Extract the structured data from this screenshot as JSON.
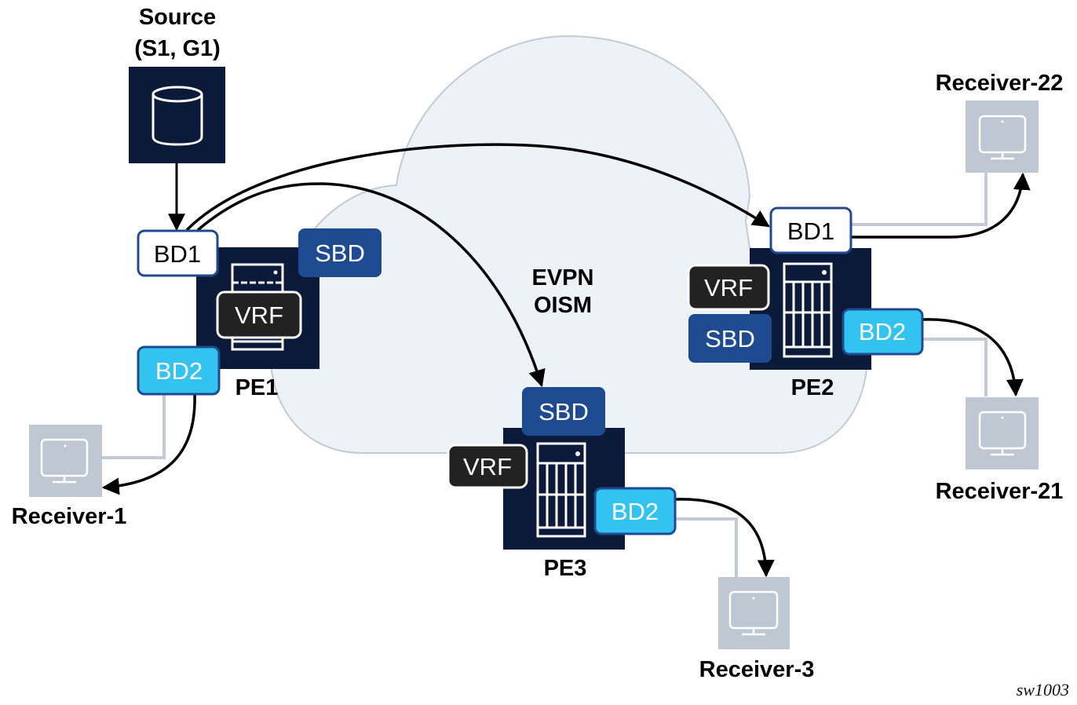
{
  "diagram": {
    "cloud_label": [
      "EVPN",
      "OISM"
    ],
    "figure_id": "sw1003",
    "colors": {
      "node_dark": "#0b1a38",
      "cloud_fill": "#edf2f7",
      "cloud_stroke": "#c2cad6",
      "bd1_fill": "#ffffff",
      "bd_border": "#1f4a91",
      "bd2_fill": "#33c3f0",
      "sbd_fill": "#1e4a92",
      "vrf_fill": "#222222",
      "receiver_fill": "#bfc7d2",
      "link_gray": "#c2cad6",
      "arrow": "#000000"
    },
    "source": {
      "label_line1": "Source",
      "label_line2": "(S1, G1)",
      "icon": "database-icon"
    },
    "pe1": {
      "label": "PE1",
      "bd1": "BD1",
      "bd2": "BD2",
      "sbd": "SBD",
      "vrf": "VRF"
    },
    "pe2": {
      "label": "PE2",
      "bd1": "BD1",
      "bd2": "BD2",
      "sbd": "SBD",
      "vrf": "VRF"
    },
    "pe3": {
      "label": "PE3",
      "bd2": "BD2",
      "sbd": "SBD",
      "vrf": "VRF"
    },
    "receivers": {
      "r1": {
        "label": "Receiver-1",
        "icon": "monitor-icon"
      },
      "r21": {
        "label": "Receiver-21",
        "icon": "monitor-icon"
      },
      "r22": {
        "label": "Receiver-22",
        "icon": "monitor-icon"
      },
      "r3": {
        "label": "Receiver-3",
        "icon": "monitor-icon"
      }
    },
    "flows": [
      {
        "from": "Source",
        "to": "PE1 BD1"
      },
      {
        "from": "PE1 BD1",
        "to": "PE2 BD1"
      },
      {
        "from": "PE1 BD1",
        "to": "PE3 SBD"
      },
      {
        "from": "PE1 BD2",
        "to": "Receiver-1"
      },
      {
        "from": "PE2 BD1",
        "to": "Receiver-22"
      },
      {
        "from": "PE2 BD2",
        "to": "Receiver-21"
      },
      {
        "from": "PE3 BD2",
        "to": "Receiver-3"
      }
    ]
  }
}
